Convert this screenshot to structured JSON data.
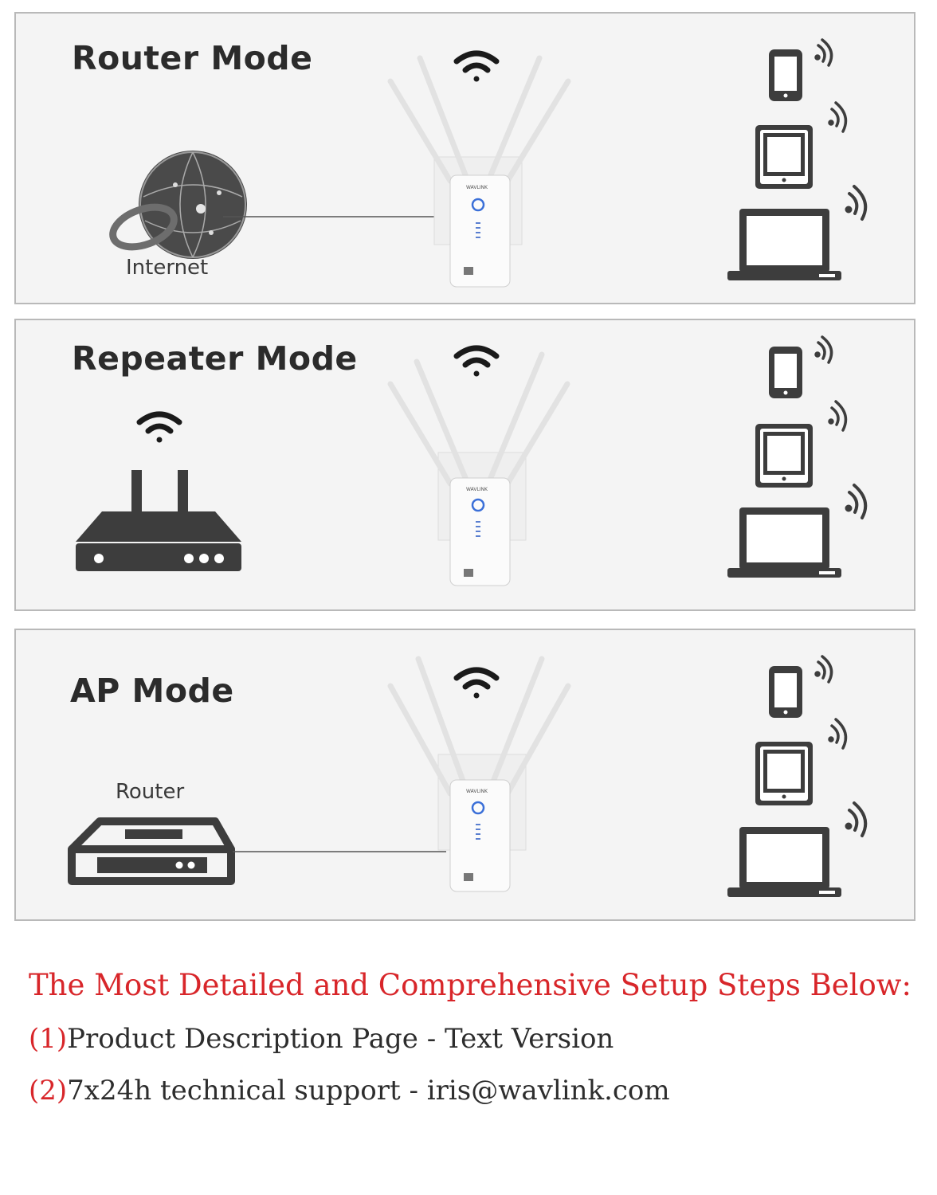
{
  "panels": {
    "router": {
      "title": "Router Mode",
      "source_label": "Internet"
    },
    "repeater": {
      "title": "Repeater Mode"
    },
    "ap": {
      "title": "AP Mode",
      "source_label": "Router"
    }
  },
  "device": {
    "brand": "WAVLINK"
  },
  "footer": {
    "heading": "The Most Detailed and Comprehensive Setup Steps Below:",
    "steps": [
      {
        "number": "(1)",
        "text": "Product Description Page - Text Version"
      },
      {
        "number": "(2)",
        "text": "7x24h technical support - iris@wavlink.com"
      }
    ]
  },
  "colors": {
    "accent": "#d8262a",
    "icon": "#3d3d3d",
    "panel_bg": "#f4f4f4",
    "border": "#b9b9b9"
  }
}
